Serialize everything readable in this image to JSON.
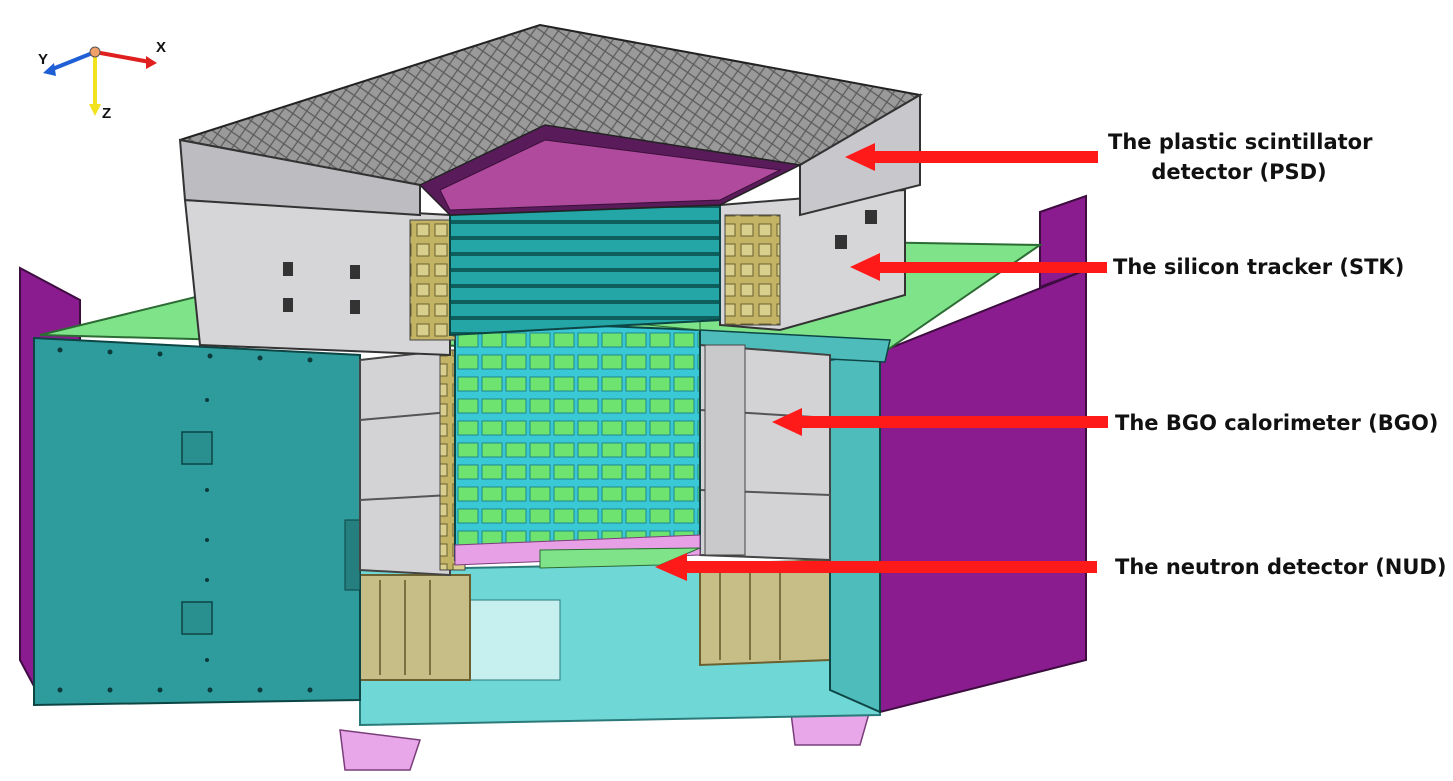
{
  "axes": {
    "x_label": "X",
    "y_label": "Y",
    "z_label": "Z"
  },
  "labels": {
    "psd_line1": "The plastic scintillator",
    "psd_line2": "detector (PSD)",
    "stk": "The silicon tracker (STK)",
    "bgo": "The BGO calorimeter (BGO)",
    "nud": "The neutron detector (NUD)"
  },
  "colors": {
    "arrow": "#ff1a1a",
    "teal_panel": "#2e9c9c",
    "magenta_panel": "#8a1c8f",
    "green_deck": "#7fe38a",
    "cyan_calorimeter": "#36d6e8",
    "gray_housing": "#d3d3d6",
    "olive_frame": "#c7bd86",
    "pink_feet": "#e7a7e8"
  }
}
